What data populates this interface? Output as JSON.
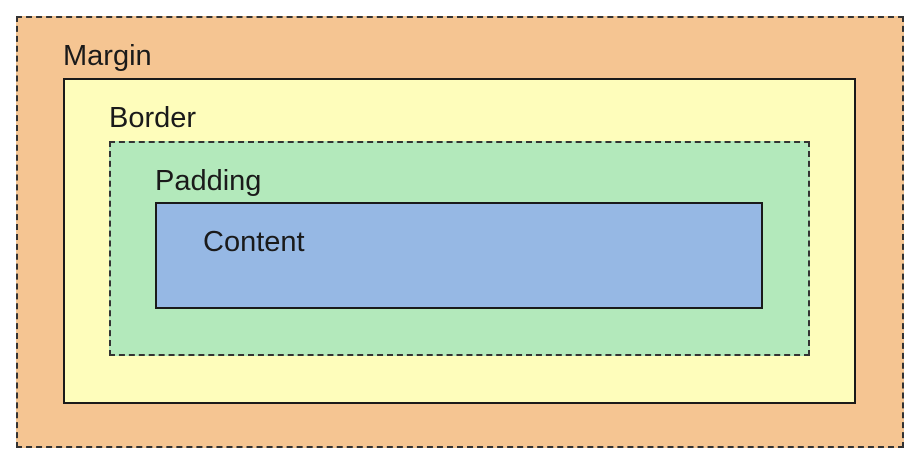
{
  "diagram": {
    "margin": {
      "label": "Margin",
      "color": "#f5c592"
    },
    "border": {
      "label": "Border",
      "color": "#fefdbb"
    },
    "padding": {
      "label": "Padding",
      "color": "#b3e9bb"
    },
    "content": {
      "label": "Content",
      "color": "#96b8e4"
    }
  }
}
